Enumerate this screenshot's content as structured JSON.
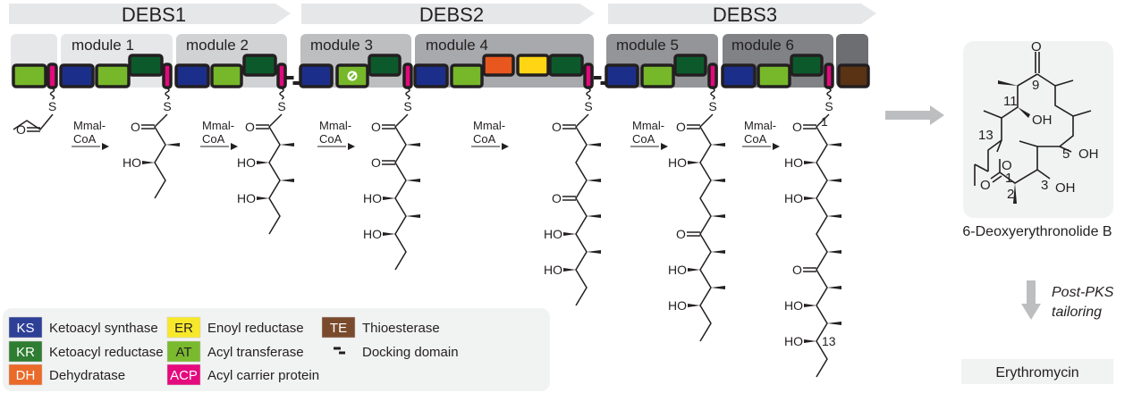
{
  "proteins": [
    {
      "label": "DEBS1"
    },
    {
      "label": "DEBS2"
    },
    {
      "label": "DEBS3"
    }
  ],
  "modules": [
    "module 1",
    "module 2",
    "module 3",
    "module 4",
    "module 5",
    "module 6"
  ],
  "domain_colors": {
    "KS": "#1b2f8a",
    "KR": "#0c5a2c",
    "DH": "#e8571e",
    "ER": "#ffd514",
    "AT": "#76b82a",
    "ACP": "#e4097d",
    "TE": "#5a3314"
  },
  "chem": {
    "S": "S",
    "O": "O",
    "HO": "HO",
    "OH": "OH",
    "mmal_line1": "Mmal-",
    "mmal_line2": "CoA",
    "c1": "1",
    "c13": "13"
  },
  "product": {
    "name": "6-Deoxyerythronolide B",
    "numbers": [
      "9",
      "11",
      "13",
      "5",
      "1",
      "2",
      "3"
    ],
    "tailoring_line1": "Post-PKS",
    "tailoring_line2": "tailoring",
    "final": "Erythromycin"
  },
  "legend": {
    "items": [
      {
        "abbr": "KS",
        "name": "Ketoacyl synthase",
        "color": "#2e3f96"
      },
      {
        "abbr": "KR",
        "name": "Ketoacyl reductase",
        "color": "#2f7d32"
      },
      {
        "abbr": "DH",
        "name": "Dehydratase",
        "color": "#ea6a2a"
      },
      {
        "abbr": "ER",
        "name": "Enoyl reductase",
        "color": "#f7e82c"
      },
      {
        "abbr": "AT",
        "name": "Acyl transferase",
        "color": "#7aba2f"
      },
      {
        "abbr": "ACP",
        "name": "Acyl carrier protein",
        "color": "#e4097d"
      },
      {
        "abbr": "TE",
        "name": "Thioesterase",
        "color": "#7a4a2c"
      },
      {
        "abbr": "",
        "name": "Docking domain",
        "icon": "docking-domain-icon"
      }
    ]
  }
}
